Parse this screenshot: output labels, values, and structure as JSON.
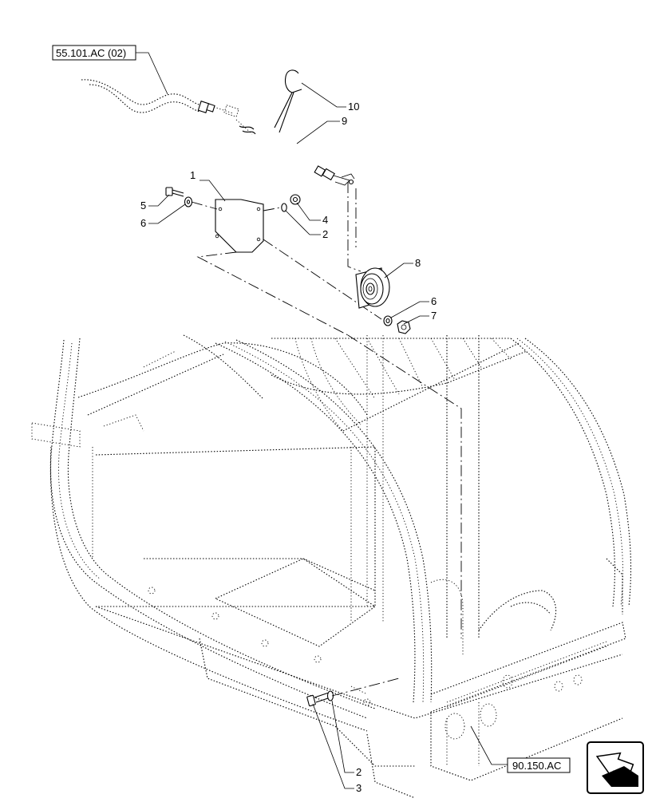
{
  "references": {
    "top_left": "55.101.AC (02)",
    "bottom_right": "90.150.AC"
  },
  "callouts": [
    {
      "id": "c1",
      "label": "1"
    },
    {
      "id": "c2a",
      "label": "2"
    },
    {
      "id": "c2b",
      "label": "2"
    },
    {
      "id": "c3",
      "label": "3"
    },
    {
      "id": "c4",
      "label": "4"
    },
    {
      "id": "c5",
      "label": "5"
    },
    {
      "id": "c6a",
      "label": "6"
    },
    {
      "id": "c6b",
      "label": "6"
    },
    {
      "id": "c7",
      "label": "7"
    },
    {
      "id": "c8",
      "label": "8"
    },
    {
      "id": "c9",
      "label": "9"
    },
    {
      "id": "c10",
      "label": "10"
    }
  ],
  "icons": {
    "nav": "next-page-arrow-icon"
  }
}
